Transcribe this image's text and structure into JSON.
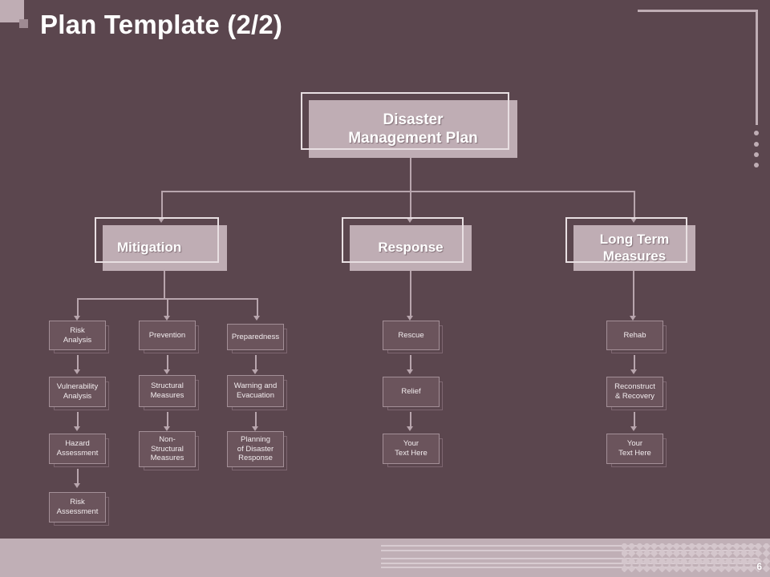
{
  "slide": {
    "title": "Plan Template (2/2)",
    "page_number": "6",
    "background_color": "#5b464e",
    "accent_color": "#bfadb4",
    "band_color": "#c0afb6"
  },
  "chart_data": {
    "type": "diagram",
    "title": "Disaster Management Plan",
    "root": {
      "label": "Disaster\nManagement Plan",
      "line1": "Disaster",
      "line2": "Management Plan"
    },
    "branches": [
      {
        "id": "mitigation",
        "label": "Mitigation",
        "line1": "Mitigation",
        "line2": "",
        "columns": [
          {
            "items": [
              {
                "line1": "Risk",
                "line2": "Analysis"
              },
              {
                "line1": "Vulnerability",
                "line2": "Analysis"
              },
              {
                "line1": "Hazard",
                "line2": "Assessment"
              },
              {
                "line1": "Risk",
                "line2": "Assessment"
              }
            ]
          },
          {
            "items": [
              {
                "line1": "Prevention",
                "line2": ""
              },
              {
                "line1": "Structural",
                "line2": "Measures"
              },
              {
                "line1": "Non-",
                "line2": "Structural",
                "line3": "Measures"
              }
            ]
          },
          {
            "items": [
              {
                "line1": "Preparedness",
                "line2": ""
              },
              {
                "line1": "Warning and",
                "line2": "Evacuation"
              },
              {
                "line1": "Planning",
                "line2": "of Disaster",
                "line3": "Response"
              }
            ]
          }
        ]
      },
      {
        "id": "response",
        "label": "Response",
        "line1": "Response",
        "line2": "",
        "columns": [
          {
            "items": [
              {
                "line1": "Rescue",
                "line2": ""
              },
              {
                "line1": "Relief",
                "line2": ""
              },
              {
                "line1": "Your",
                "line2": "Text Here"
              }
            ]
          }
        ]
      },
      {
        "id": "long-term-measures",
        "label": "Long Term Measures",
        "line1": "Long Term",
        "line2": "Measures",
        "columns": [
          {
            "items": [
              {
                "line1": "Rehab",
                "line2": ""
              },
              {
                "line1": "Reconstruct",
                "line2": "& Recovery"
              },
              {
                "line1": "Your",
                "line2": "Text Here"
              }
            ]
          }
        ]
      }
    ]
  }
}
